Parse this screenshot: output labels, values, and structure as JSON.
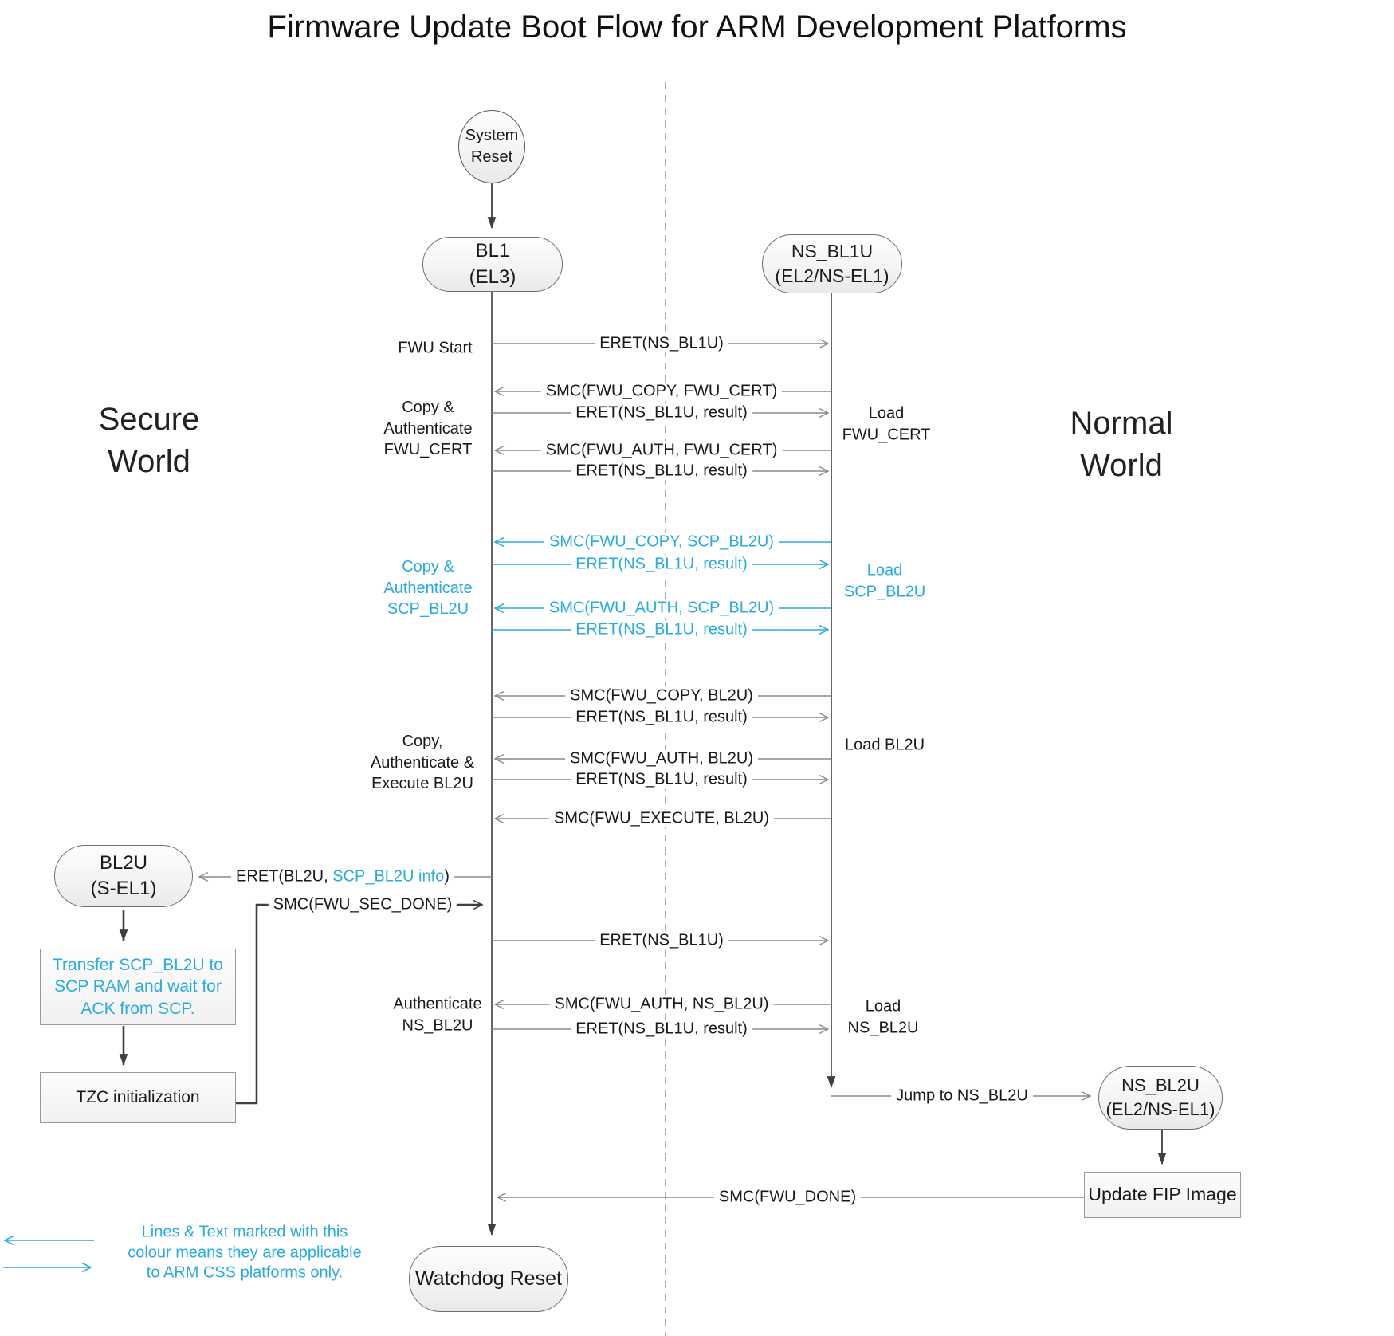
{
  "title": "Firmware Update Boot Flow for ARM Development Platforms",
  "worlds": {
    "secure": "Secure\nWorld",
    "normal": "Normal\nWorld"
  },
  "nodes": {
    "system_reset": "System\nReset",
    "bl1": "BL1\n(EL3)",
    "ns_bl1u": "NS_BL1U\n(EL2/NS-EL1)",
    "bl2u": "BL2U\n(S-EL1)",
    "transfer_scp": "Transfer SCP_BL2U to\nSCP RAM and wait for\nACK from SCP.",
    "tzc": "TZC initialization",
    "ns_bl2u": "NS_BL2U\n(EL2/NS-EL1)",
    "update_fip": "Update FIP Image",
    "watchdog": "Watchdog Reset"
  },
  "messages": {
    "fwu_start_eret": "ERET(NS_BL1U)",
    "smc_copy_cert": "SMC(FWU_COPY, FWU_CERT)",
    "eret_result_1": "ERET(NS_BL1U, result)",
    "smc_auth_cert": "SMC(FWU_AUTH, FWU_CERT)",
    "eret_result_2": "ERET(NS_BL1U, result)",
    "smc_copy_scp": "SMC(FWU_COPY, SCP_BL2U)",
    "eret_result_3": "ERET(NS_BL1U, result)",
    "smc_auth_scp": "SMC(FWU_AUTH, SCP_BL2U)",
    "eret_result_4": "ERET(NS_BL1U, result)",
    "smc_copy_bl2u": "SMC(FWU_COPY, BL2U)",
    "eret_result_5": "ERET(NS_BL1U, result)",
    "smc_auth_bl2u": "SMC(FWU_AUTH, BL2U)",
    "eret_result_6": "ERET(NS_BL1U, result)",
    "smc_execute_bl2u": "SMC(FWU_EXECUTE, BL2U)",
    "eret_bl2u_prefix": "ERET(BL2U, ",
    "eret_bl2u_cyan": "SCP_BL2U info",
    "eret_bl2u_suffix": ")",
    "smc_sec_done": "SMC(FWU_SEC_DONE)",
    "eret_ns_bl1u_2": "ERET(NS_BL1U)",
    "smc_auth_ns_bl2u": "SMC(FWU_AUTH, NS_BL2U)",
    "eret_result_7": "ERET(NS_BL1U, result)",
    "jump_ns_bl2u": "Jump to NS_BL2U",
    "smc_fwu_done": "SMC(FWU_DONE)"
  },
  "side_labels": {
    "fwu_start": "FWU Start",
    "copy_auth_cert": "Copy &\nAuthenticate\nFWU_CERT",
    "load_fwu_cert": "Load\nFWU_CERT",
    "copy_auth_scp": "Copy &\nAuthenticate\nSCP_BL2U",
    "load_scp_bl2u": "Load\nSCP_BL2U",
    "copy_auth_exec_bl2u": "Copy,\nAuthenticate &\nExecute BL2U",
    "load_bl2u": "Load BL2U",
    "auth_ns_bl2u": "Authenticate\nNS_BL2U",
    "load_ns_bl2u": "Load\nNS_BL2U"
  },
  "legend": {
    "text": "Lines & Text marked with this\ncolour means they are applicable\nto ARM CSS platforms only."
  },
  "colors": {
    "accent_cyan": "#29ABE2",
    "line_gray": "#8a8a8a",
    "structural_dark": "#3f3f3f"
  }
}
